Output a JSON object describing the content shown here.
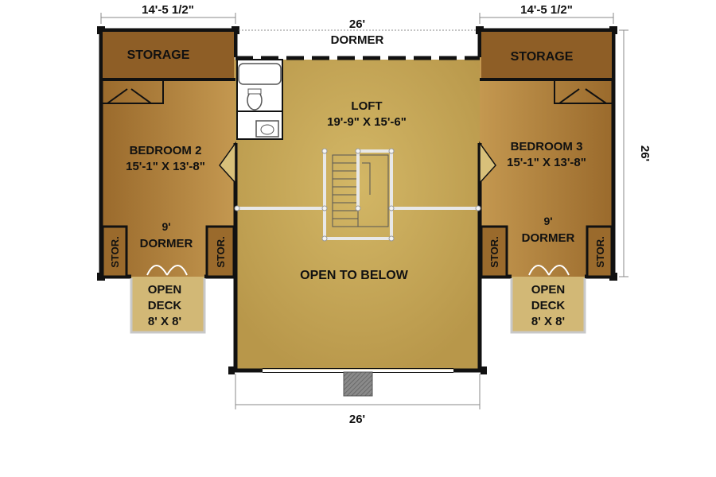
{
  "labels": {
    "dim_top_left": "14'-5 1/2\"",
    "dim_top_center": "26'",
    "dim_top_right": "14'-5 1/2\"",
    "dim_right": "26'",
    "dim_bottom": "26'",
    "dormer_top": "DORMER",
    "storage_left": "STORAGE",
    "storage_right": "STORAGE",
    "loft_name": "LOFT",
    "loft_size": "19'-9\" X 15'-6\"",
    "bedroom2_name": "BEDROOM 2",
    "bedroom2_size": "15'-1\" X 13'-8\"",
    "bedroom3_name": "BEDROOM 3",
    "bedroom3_size": "15'-1\" X 13'-8\"",
    "dormer_left_size": "9'",
    "dormer_left_name": "DORMER",
    "dormer_right_size": "9'",
    "dormer_right_name": "DORMER",
    "stor": "STOR.",
    "open_to_below": "OPEN TO BELOW",
    "deck_left_l1": "OPEN",
    "deck_left_l2": "DECK",
    "deck_left_l3": "8' X 8'",
    "deck_right_l1": "OPEN",
    "deck_right_l2": "DECK",
    "deck_right_l3": "8' X 8'"
  },
  "colors": {
    "wall": "#111111",
    "loft_floor": "#c8aa58",
    "bedroom_floor": "#ad7a36",
    "deck_floor": "#d2b876",
    "railing": "#e6e6e6",
    "chimney": "#7a7a7a"
  }
}
